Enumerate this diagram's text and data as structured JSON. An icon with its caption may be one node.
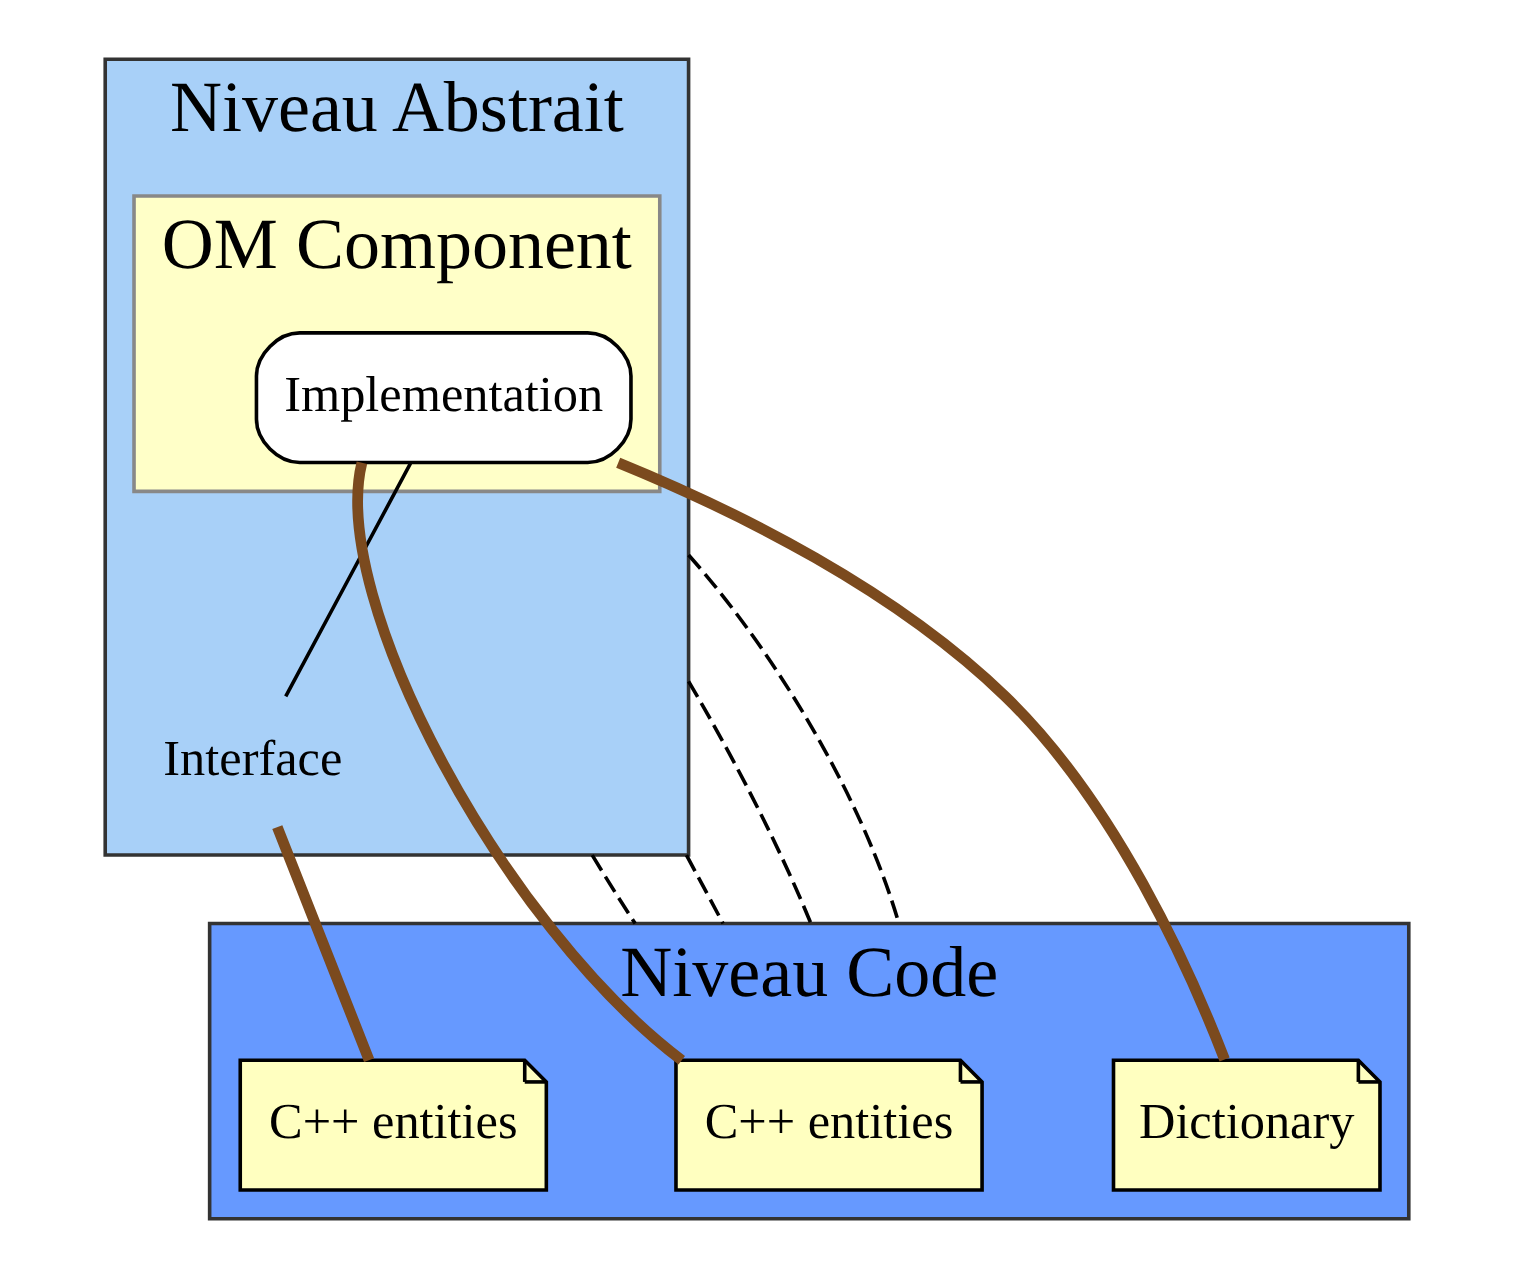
{
  "diagram": {
    "nodes": [
      {
        "text": [
          "Niveau Abstrait"
        ]
      },
      {
        "text": [
          "OM Component"
        ],
        "in": 0
      },
      {
        "text": [
          "Implementation"
        ],
        "in": 1
      },
      {
        "text": [
          "Interface"
        ],
        "in": 0
      },
      {
        "text": [
          "Niveau Code"
        ]
      },
      {
        "text": [
          "C++ entities"
        ],
        "in": 4
      },
      {
        "text": [
          "Dictionary"
        ],
        "in": 4
      },
      {
        "text": [
          "C++ entities"
        ],
        "in": 4
      }
    ],
    "edges": [
      {
        "from": 2,
        "to": 3,
        "arrow": "none"
      },
      {
        "from": 2,
        "to": 5,
        "arrow": "none",
        "style": "thick",
        "color": "#7b4a1e"
      },
      {
        "from": 2,
        "to": 6,
        "arrow": "none",
        "style": "thick",
        "color": "#7b4a1e"
      },
      {
        "from": 3,
        "to": 7,
        "arrow": "none",
        "style": "thick",
        "color": "#7b4a1e"
      },
      {
        "from": 0,
        "to": 4,
        "arrow": "none",
        "style": "dashed"
      },
      {
        "from": 0,
        "to": 4,
        "arrow": "none",
        "style": "dashed"
      },
      {
        "from": 0,
        "to": 4,
        "arrow": "none",
        "style": "dashed"
      },
      {
        "from": 0,
        "to": 4,
        "arrow": "none",
        "style": "dashed"
      }
    ]
  }
}
